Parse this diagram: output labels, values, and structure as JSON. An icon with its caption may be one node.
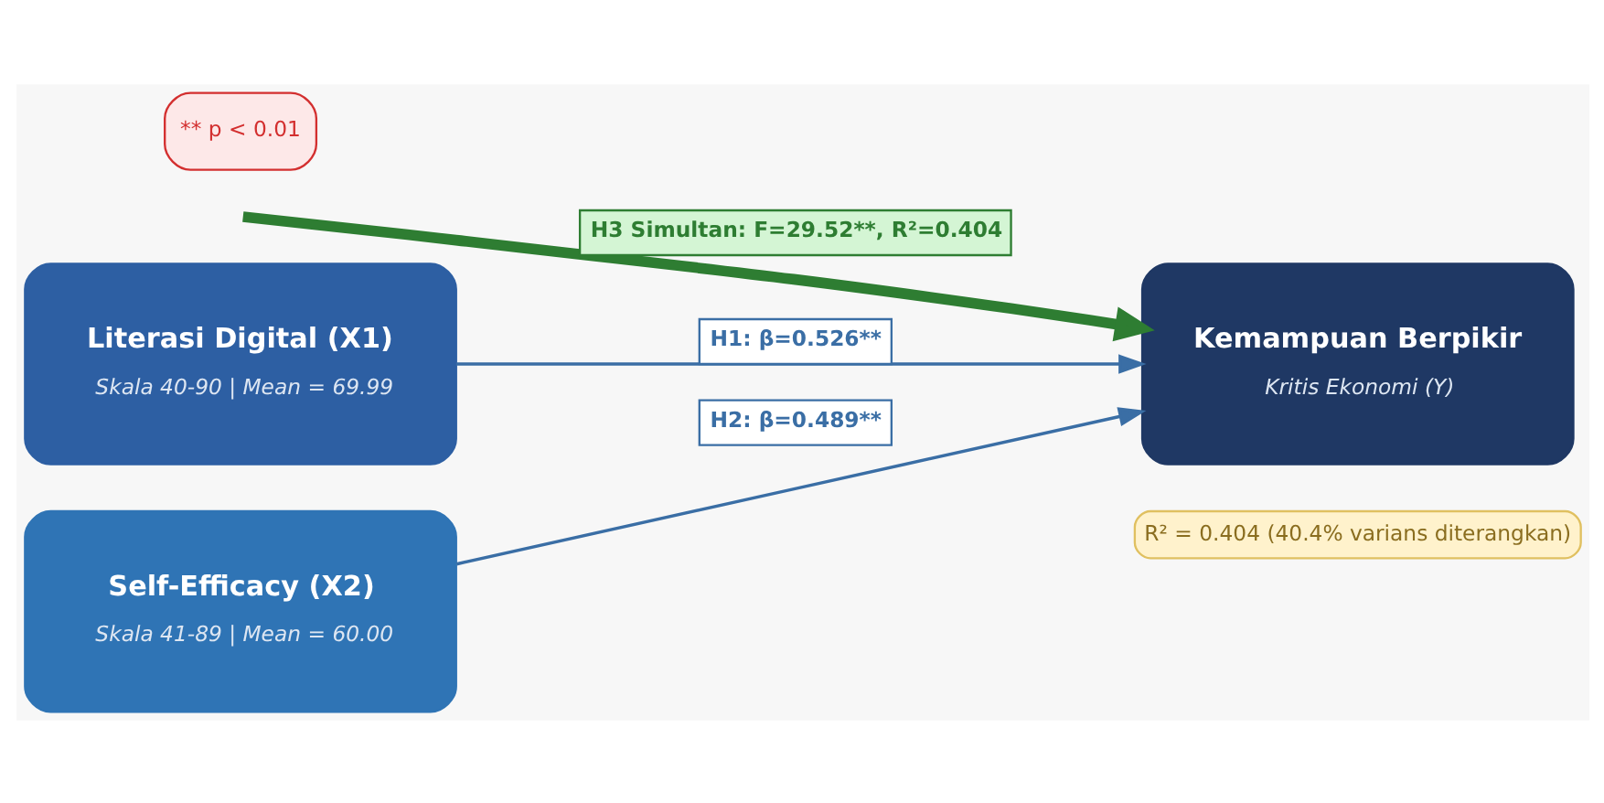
{
  "diagram": {
    "nodes": [
      {
        "text": [
          "Literasi Digital (X1)",
          "Skala 40-90 | Mean = 69.99"
        ]
      },
      {
        "text": [
          "Self-Efficacy (X2)",
          "Skala 41-89 | Mean = 60.00"
        ]
      },
      {
        "text": [
          "Kemampuan Berpikir",
          "Kritis Ekonomi (Y)"
        ],
        "beside": [
          "R² = 0.404 (40.4% varians diterangkan)"
        ]
      }
    ],
    "edges": [
      {
        "from": 0,
        "to": 2,
        "arrow": "to",
        "label": "H1: β=0.526**"
      },
      {
        "from": 1,
        "to": 2,
        "arrow": "to",
        "label": "H2: β=0.489**"
      },
      {
        "from": null,
        "to": 2,
        "arrow": "to",
        "label": "H3 Simultan: F=29.52**, R²=0.404",
        "style": "thick",
        "color": "#2e7d32"
      }
    ],
    "labels": [
      "** p < 0.01"
    ]
  }
}
